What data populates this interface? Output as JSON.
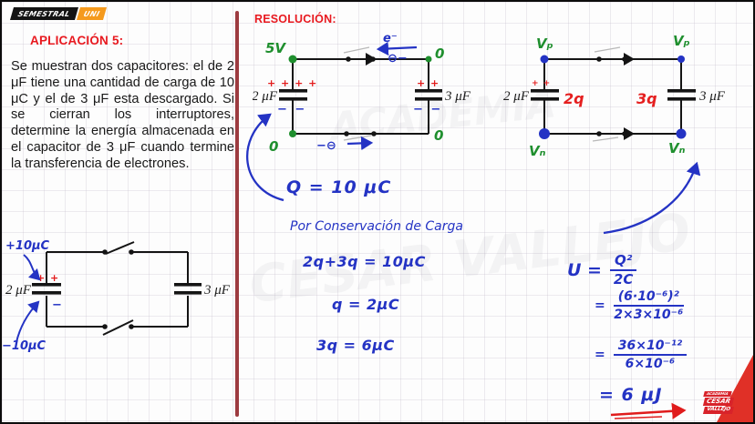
{
  "colors": {
    "accent_red": "#e8191f",
    "divider_red": "#9d3b40",
    "ink_blue": "#2433c4",
    "ink_green": "#1f8f2e",
    "ink_red": "#e51f1f",
    "badge_orange": "#f59a1d",
    "logo_red": "#d8232a"
  },
  "badge": {
    "left": "SEMESTRAL",
    "right": "UNI"
  },
  "problem": {
    "title": "APLICACIÓN 5:",
    "body": "Se muestran dos capacitores: el de 2 μF tiene una cantidad de carga de 10 μC y el de 3 μF esta descargado. Si se cierran los interruptores, determine la energía almacenada en el capacitor de 3 μF cuando termine la transferencia de electrones."
  },
  "left_circuit": {
    "cap_left": "2 μF",
    "cap_right": "3 μF",
    "charge_top": "+10μC",
    "charge_bottom": "−10μC",
    "plus_marks": "+ +",
    "minus_mark": "−"
  },
  "resolution": {
    "title": "RESOLUCIÓN:",
    "circuit1": {
      "cap_left": "2 μF",
      "cap_right": "3 μF",
      "node_tl": "5V",
      "node_tr": "0",
      "node_bl": "0",
      "node_br": "0",
      "electron": "e⁻",
      "charge_flow_top": "⊖−",
      "charge_flow_bottom": "−⊖",
      "plus_left": "+ + + +",
      "minus_left": "− −",
      "plus_right": "+ +",
      "minus_right": "− −"
    },
    "circuit2": {
      "cap_left": "2 μF",
      "cap_right": "3 μF",
      "node_tl": "Vₚ",
      "node_tr": "Vₚ",
      "node_bl": "Vₙ",
      "node_br": "Vₙ",
      "charge_left": "2q",
      "charge_right": "3q",
      "plus_left": "+ +"
    },
    "work": {
      "q_total": "Q = 10 μC",
      "conservation": "Por Conservación de Carga",
      "eq1": "2q+3q = 10μC",
      "eq2": "q = 2μC",
      "eq3": "3q = 6μC"
    },
    "energy": {
      "lhs": "U =",
      "f1": {
        "num": "Q²",
        "den": "2C"
      },
      "eq2_sign": "=",
      "f2": {
        "num": "(6·10⁻⁶)²",
        "den": "2×3×10⁻⁶"
      },
      "eq3_sign": "=",
      "f3": {
        "num": "36×10⁻¹²",
        "den": "6×10⁻⁶"
      },
      "result": "= 6 μJ"
    }
  },
  "watermark": {
    "line1": "ACADEMIA",
    "line2": "CESAR VALLEJO"
  },
  "logo": {
    "top": "ACADEMIA",
    "mid": "CESAR",
    "bot": "VALLEJO"
  }
}
